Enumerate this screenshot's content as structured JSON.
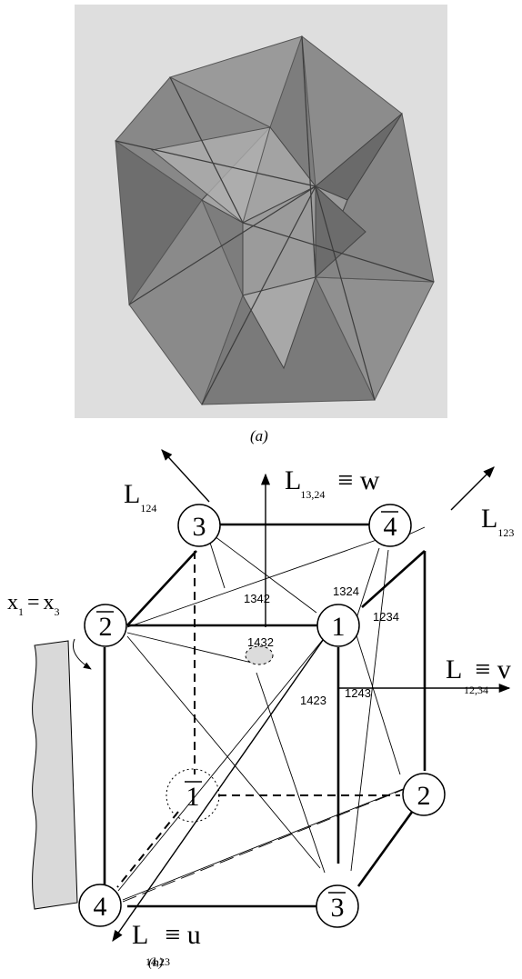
{
  "captions": {
    "a": "(a)",
    "b": "(b)"
  },
  "axes": {
    "w": {
      "L": "L",
      "sub": "13,24",
      "rest": "≡ w"
    },
    "v": {
      "L": "L",
      "sub": "12,34",
      "rest": "≡ v"
    },
    "u": {
      "L": "L",
      "sub": "14,23",
      "rest": "≡ u"
    },
    "l124": {
      "L": "L",
      "sub": "124"
    },
    "l123": {
      "L": "L",
      "sub": "123"
    }
  },
  "plane_label": {
    "x": "x",
    "sub1": "1",
    "eq": "=",
    "x2": "x",
    "sub3": "3"
  },
  "vertices": {
    "v3": "3",
    "v4bar": "4",
    "v2bar": "2",
    "v1": "1",
    "v1bar": "1",
    "v2": "2",
    "v4": "4",
    "v3bar": "3"
  },
  "permutations": {
    "p1342": "1342",
    "p1432": "1432",
    "p1324": "1324",
    "p1234": "1234",
    "p1423": "1423",
    "p1243": "1243"
  }
}
